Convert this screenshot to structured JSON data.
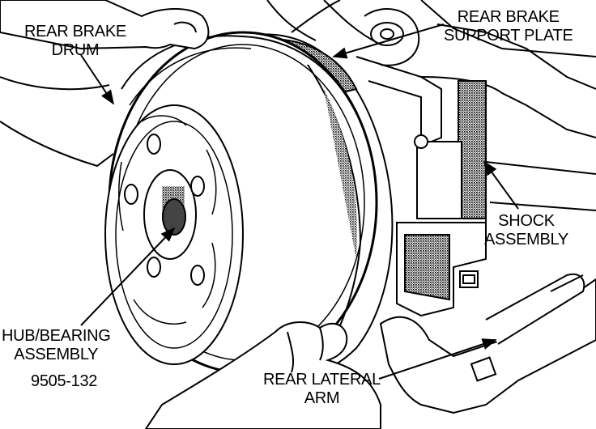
{
  "figure": {
    "id_code": "9505-132",
    "colors": {
      "ink": "#000000",
      "paper": "#ffffff",
      "shade": "#9a9a9a"
    }
  },
  "labels": {
    "rear_brake_drum": {
      "line1": "REAR BRAKE",
      "line2": "DRUM"
    },
    "rear_brake_support_plate": {
      "line1": "REAR BRAKE",
      "line2": "SUPPORT PLATE"
    },
    "shock_assembly": {
      "line1": "SHOCK",
      "line2": "ASSEMBLY"
    },
    "hub_bearing_assembly": {
      "line1": "HUB/BEARING",
      "line2": "ASSEMBLY"
    },
    "rear_lateral_arm": {
      "line1": "REAR LATERAL",
      "line2": "ARM"
    }
  }
}
